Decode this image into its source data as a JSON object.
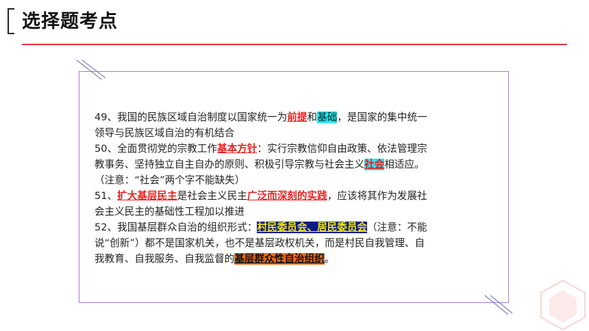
{
  "title": "选择题考点",
  "items": [
    {
      "l1_a": "49、我国的民族区域自治制度以国家统一为",
      "l1_b": "前提",
      "l1_c": "和",
      "l1_d": "基础",
      "l1_e": "，是国家的集中统一",
      "l2": "领导与民族区域自治的有机结合"
    },
    {
      "l1_a": "50、全面贯彻党的宗教工作",
      "l1_b": "基本方针",
      "l1_c": "：实行宗教信仰自由政策、依法管理宗",
      "l2_a": "教事务、坚持独立自主自办的原则、积极引导宗教与社会主义",
      "l2_b": "社会",
      "l2_c": "相适应。",
      "l3": "（注意：“社会”两个字不能缺失）"
    },
    {
      "l1_a": "51、",
      "l1_b": "扩大基层民主",
      "l1_c": "是社会主义民主",
      "l1_d": "广泛而深刻的实践",
      "l1_e": "，应该将其作为发展社",
      "l2": "会主义民主的基础性工程加以推进"
    },
    {
      "l1_a": "52、我国基层群众自治的组织形式：",
      "l1_b": "村民委员会、居民委员会",
      "l1_c": "（注意：不能",
      "l2": "说“创新”）都不是国家机关，也不是基层政权机关，而是村民自我管理、自",
      "l3_a": "我教育、自我服务、自我监督的",
      "l3_b": "基层群众性自治组织",
      "l3_c": "。"
    }
  ],
  "colors": {
    "accent_red": "#e1343c",
    "frame_purple": "#a678d8",
    "highlight_cyan": "#20e6f0",
    "highlight_blue": "#0a1a8a",
    "highlight_orange": "#f06a10"
  }
}
